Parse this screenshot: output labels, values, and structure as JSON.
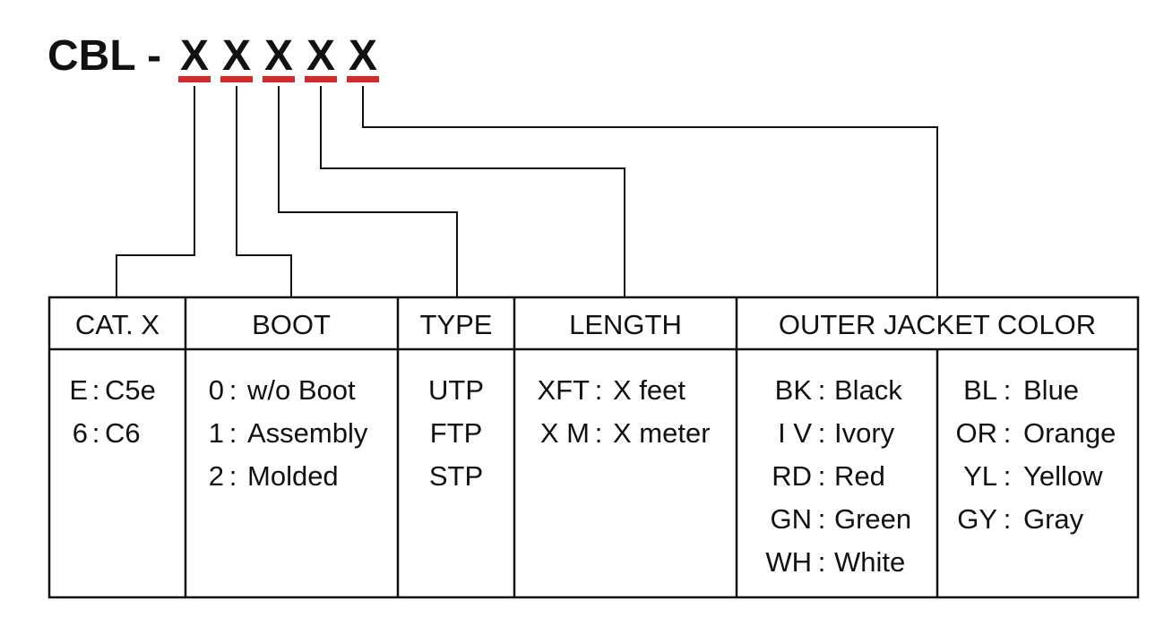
{
  "model": {
    "prefix": "CBL -",
    "placeholders": [
      "X",
      "X",
      "X",
      "X",
      "X"
    ],
    "underline_color": "#d42a2a"
  },
  "table": {
    "headers": {
      "cat": "CAT. X",
      "boot": "BOOT",
      "type": "TYPE",
      "length": "LENGTH",
      "color": "OUTER JACKET COLOR"
    },
    "cat": [
      {
        "code": "E",
        "label": "C5e"
      },
      {
        "code": "6",
        "label": "C6"
      }
    ],
    "boot": [
      {
        "code": "0",
        "label": "w/o Boot"
      },
      {
        "code": "1",
        "label": "Assembly"
      },
      {
        "code": "2",
        "label": "Molded"
      }
    ],
    "type": [
      "UTP",
      "FTP",
      "STP"
    ],
    "length": [
      {
        "code": "XFT",
        "label": "X feet"
      },
      {
        "code": "X M",
        "label": "X meter"
      }
    ],
    "colors_left": [
      {
        "code": "BK",
        "label": "Black"
      },
      {
        "code": "I V",
        "label": "Ivory"
      },
      {
        "code": "RD",
        "label": "Red"
      },
      {
        "code": "GN",
        "label": "Green"
      },
      {
        "code": "WH",
        "label": "White"
      }
    ],
    "colors_right": [
      {
        "code": "BL",
        "label": "Blue"
      },
      {
        "code": "OR",
        "label": "Orange"
      },
      {
        "code": "YL",
        "label": "Yellow"
      },
      {
        "code": "GY",
        "label": "Gray"
      }
    ]
  }
}
